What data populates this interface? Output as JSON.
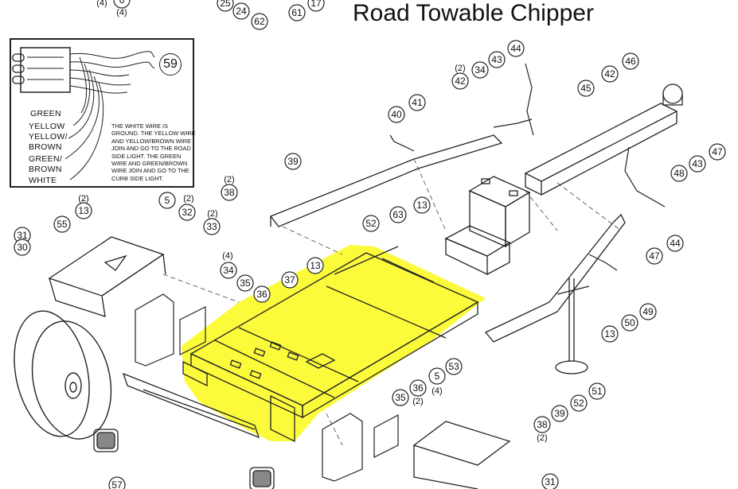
{
  "title": "Road Towable Chipper",
  "highlight_color": "#fbfb3c",
  "wiring_inset": {
    "callout": "59",
    "wires": [
      "GREEN",
      "YELLOW",
      "YELLOW/",
      "BROWN",
      "GREEN/",
      "BROWN",
      "WHITE"
    ],
    "note": "THE WHITE WIRE IS GROUND. THE YELLOW WIRE AND YELLOW/BROWN WIRE JOIN AND GO TO THE ROAD SIDE LIGHT. THE GREEN WIRE AND GREEN/BROWN WIRE JOIN AND GO TO THE CURB SIDE LIGHT."
  },
  "callouts": [
    "(4)",
    "6",
    "(4)",
    "25",
    "24",
    "62",
    "61",
    "17",
    "44",
    "43",
    "34",
    "(2)",
    "42",
    "46",
    "45",
    "42",
    "41",
    "40",
    "47",
    "43",
    "48",
    "39",
    "(2)",
    "38",
    "13",
    "63",
    "52",
    "44",
    "47",
    "5",
    "(2)",
    "32",
    "(2)",
    "13",
    "(2)",
    "33",
    "55",
    "31",
    "30",
    "(4)",
    "34",
    "35",
    "36",
    "13",
    "37",
    "49",
    "50",
    "13",
    "53",
    "5",
    "36",
    "(4)",
    "35",
    "(2)",
    "51",
    "52",
    "39",
    "38",
    "(2)",
    "57",
    "31"
  ]
}
